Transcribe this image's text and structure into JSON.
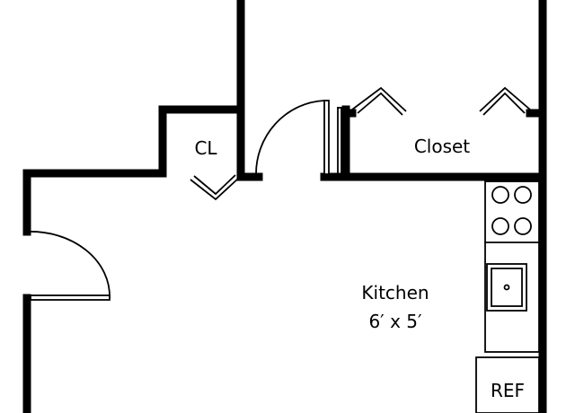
{
  "rooms": {
    "cl_label": "CL",
    "closet_label": "Closet",
    "kitchen_label": "Kitchen",
    "kitchen_size": "6′ x 5′"
  },
  "appliances": {
    "ref_label": "REF"
  }
}
